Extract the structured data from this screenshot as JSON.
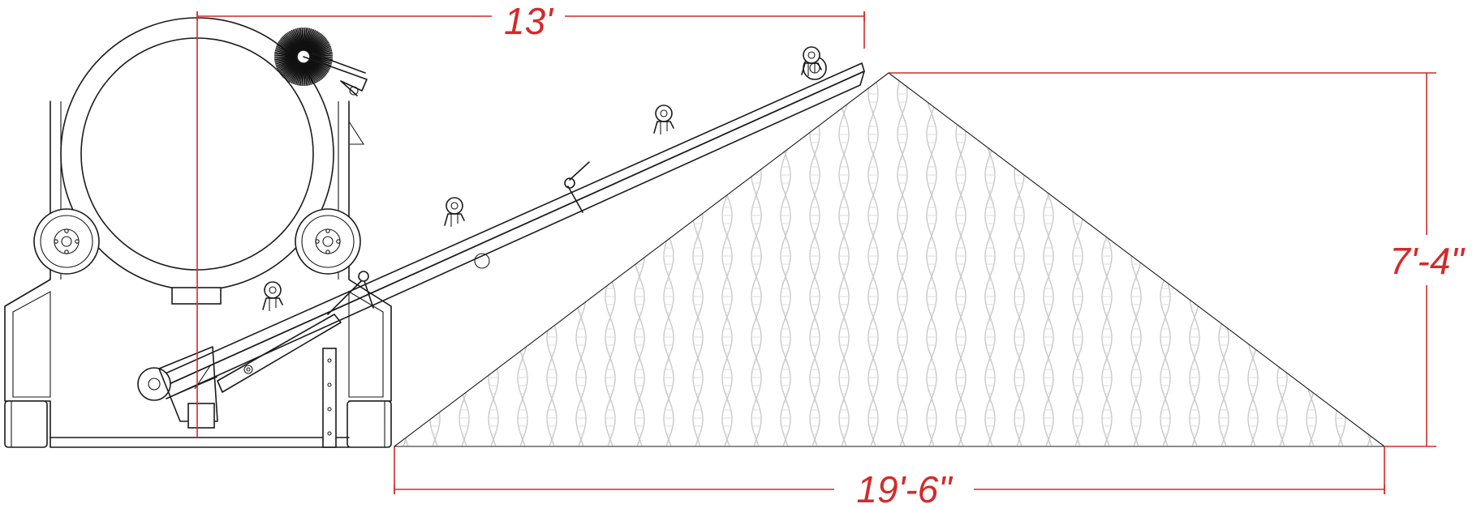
{
  "dimensions": {
    "overall_length": "13'",
    "pile_height": "7'-4\"",
    "pile_base_width": "19'-6\""
  },
  "colors": {
    "dimension_red": "#d42a2a",
    "line_art": "#1a1a1a",
    "pile_texture": "#c9c9c9"
  }
}
